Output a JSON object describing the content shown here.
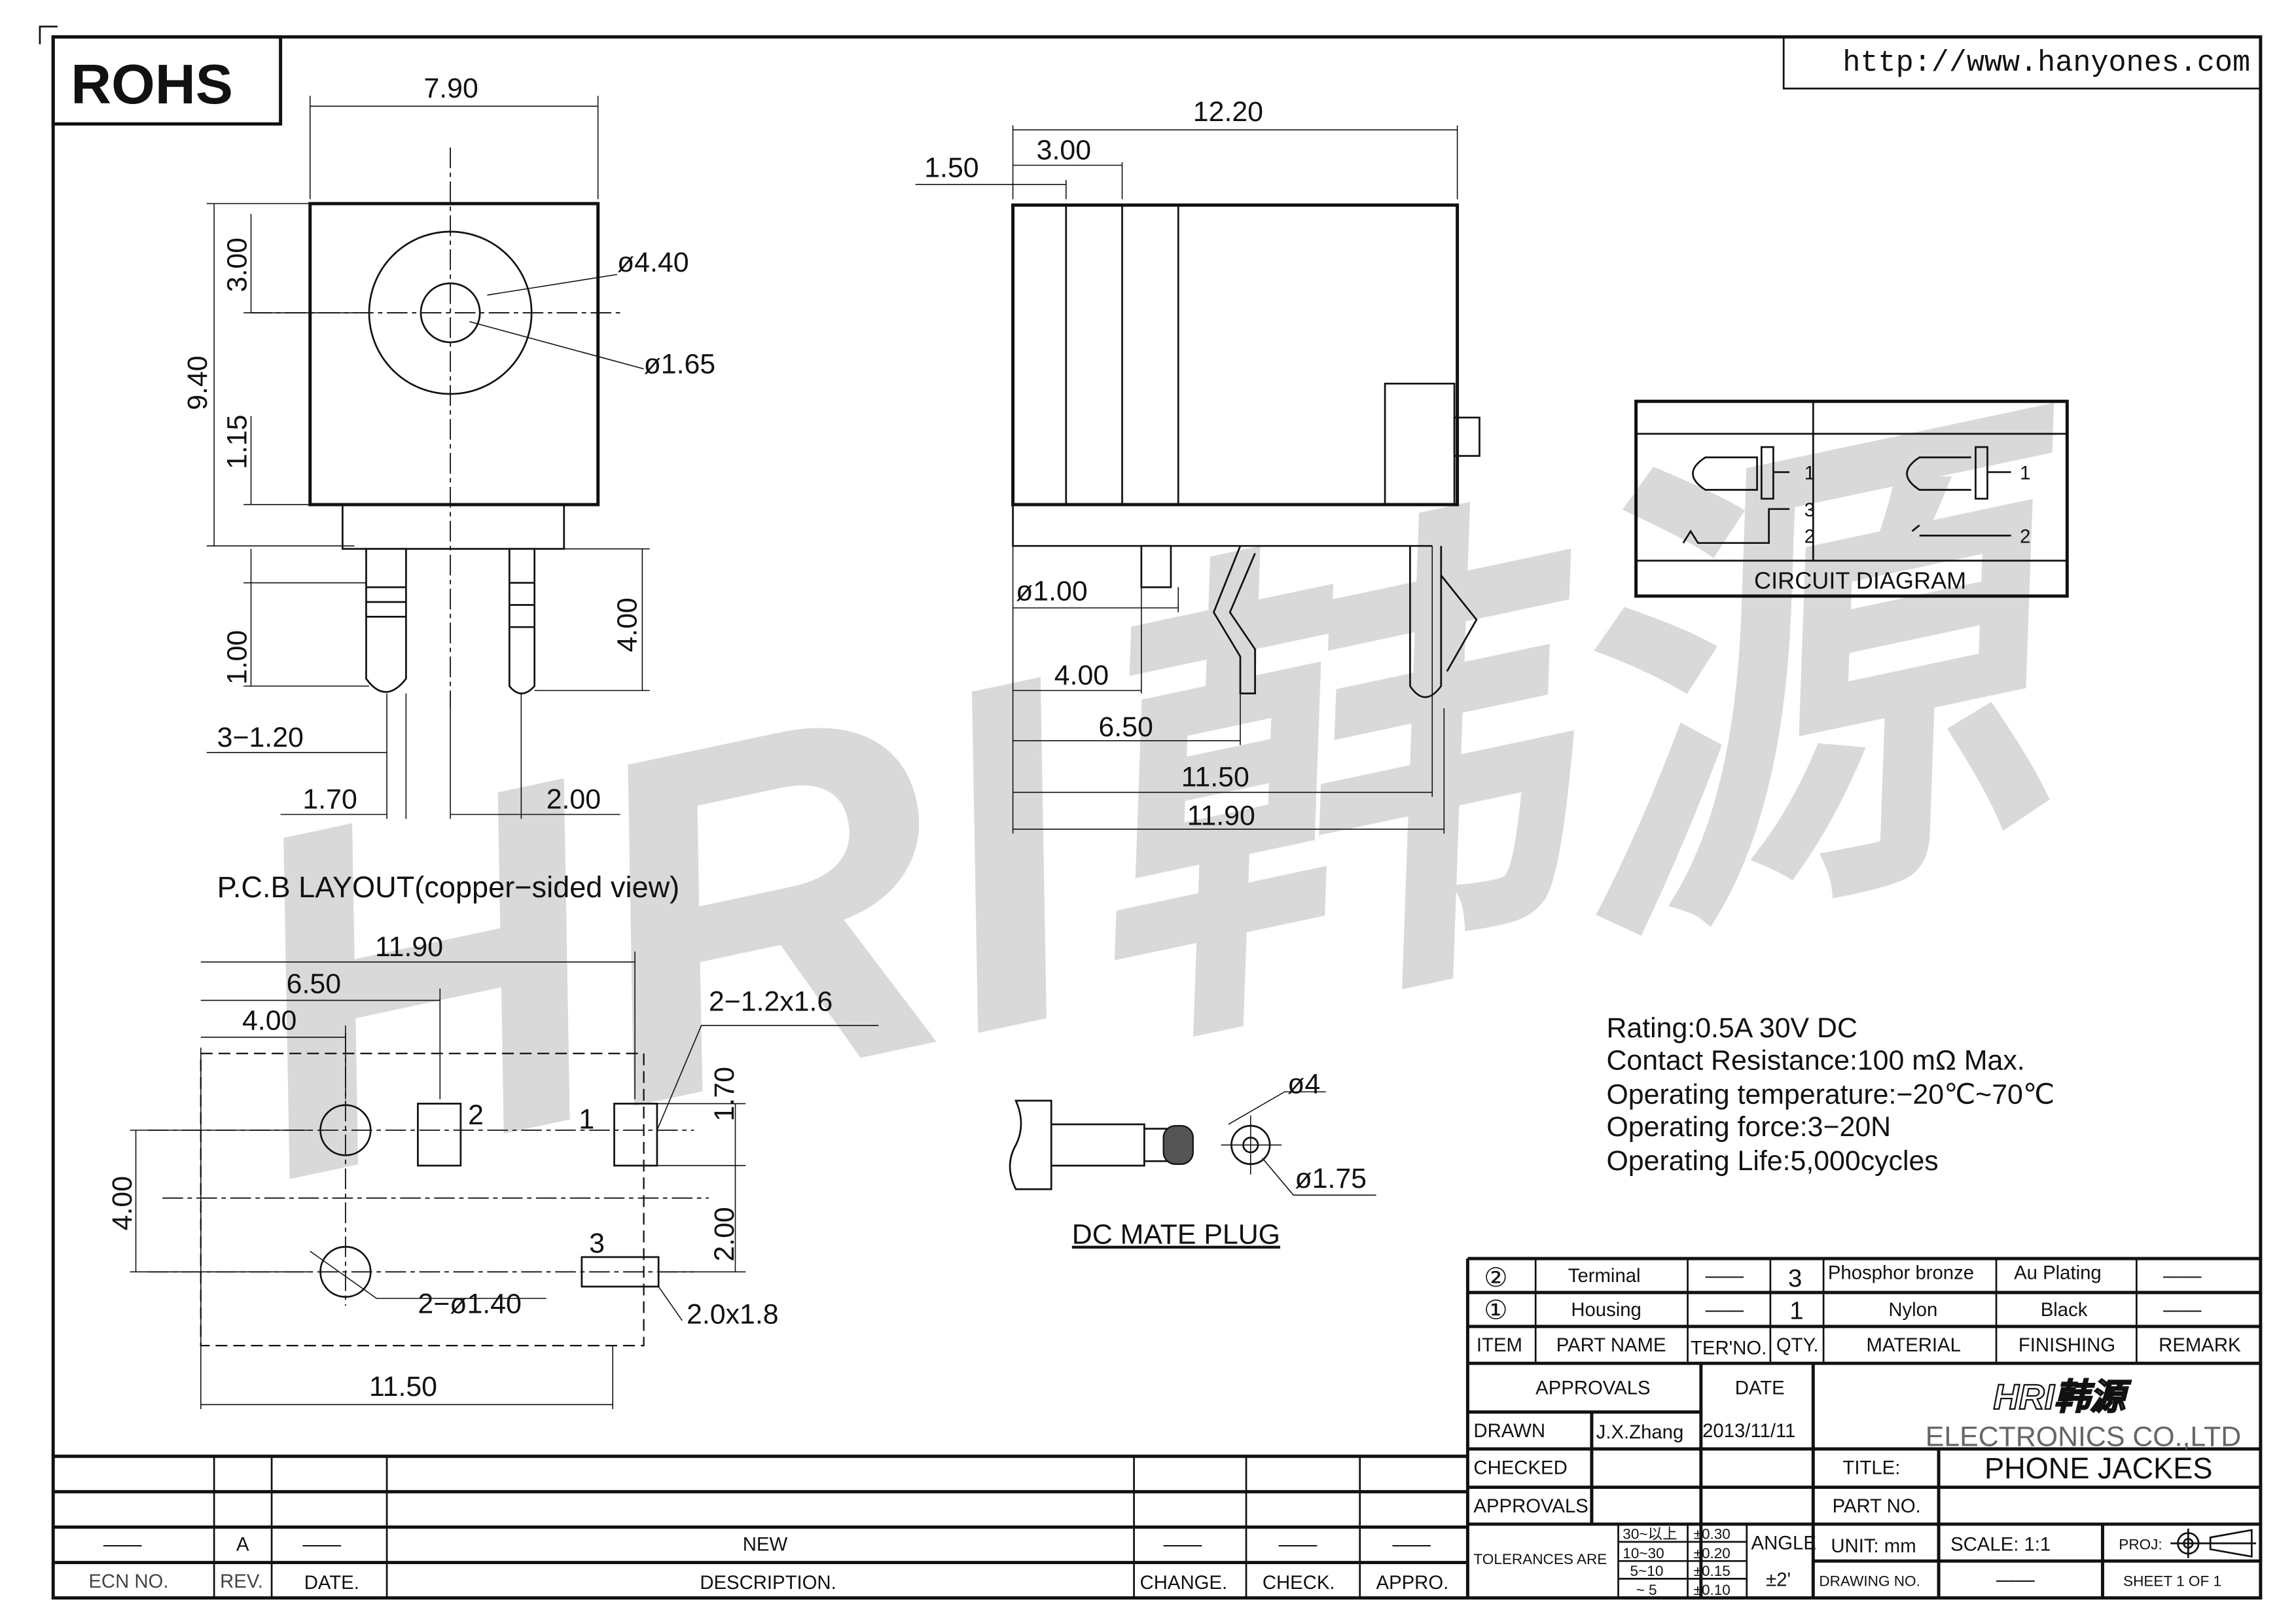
{
  "header": {
    "rohs": "ROHS",
    "url": "http://www.hanyones.com"
  },
  "watermark": {
    "brand": "HRI韩源"
  },
  "front_view": {
    "width": "7.90",
    "d_top": "3.00",
    "height": "9.40",
    "d_lower": "1.15",
    "pin_len_left": "1.00",
    "pin_len_right": "4.00",
    "outer_dia": "ø4.40",
    "inner_dia": "ø1.65",
    "pin_width": "3−1.20",
    "pitch_left": "1.70",
    "pitch_right": "2.00"
  },
  "side_view": {
    "length": "12.20",
    "d1": "3.00",
    "d2": "1.50",
    "pin_dia": "ø1.00",
    "d3": "4.00",
    "d4": "6.50",
    "d5": "11.50",
    "d6": "11.90"
  },
  "circuit": {
    "label": "CIRCUIT  DIAGRAM",
    "pins_a": [
      "1",
      "3",
      "2"
    ],
    "pins_b": [
      "1",
      "2"
    ]
  },
  "pcb": {
    "title": "P.C.B  LAYOUT(copper−sided  view)",
    "w_total": "11.90",
    "d_650": "6.50",
    "d_400": "4.00",
    "slot_size": "2−1.2x1.6",
    "d_170": "1.70",
    "v_400": "4.00",
    "v_200": "2.00",
    "hole_size": "2−ø1.40",
    "pad3_size": "2.0x1.8",
    "w_1150": "11.50",
    "pad_labels": [
      "2",
      "1",
      "3"
    ]
  },
  "plug": {
    "label": "DC  MATE  PLUG",
    "outer": "ø4",
    "inner": "ø1.75"
  },
  "specs": [
    "Rating:0.5A  30V  DC",
    "Contact  Resistance:100  mΩ  Max.",
    "Operating  temperature:−20℃~70℃",
    "Operating  force:3−20N",
    "Operating  Life:5,000cycles"
  ],
  "bom": {
    "rows": [
      {
        "item": "②",
        "name": "Terminal",
        "ter": "——",
        "qty": "3",
        "material": "Phosphor  bronze",
        "finishing": "Au  Plating",
        "remark": "——"
      },
      {
        "item": "①",
        "name": "Housing",
        "ter": "——",
        "qty": "1",
        "material": "Nylon",
        "finishing": "Black",
        "remark": "——"
      }
    ],
    "headers": {
      "item": "ITEM",
      "name": "PART  NAME",
      "ter": "TER'NO.",
      "qty": "QTY.",
      "material": "MATERIAL",
      "finishing": "FINISHING",
      "remark": "REMARK"
    }
  },
  "title_block": {
    "approvals": "APPROVALS",
    "date": "DATE",
    "drawn": "DRAWN",
    "drawn_by": "J.X.Zhang",
    "drawn_date": "2013/11/11",
    "checked": "CHECKED",
    "approvals2": "APPROVALS",
    "company_logo": "HRI韩源",
    "company": "ELECTRONICS  CO.,LTD",
    "title_label": "TITLE:",
    "title": "PHONE  JACKES",
    "part_no": "PART  NO.",
    "tolerances": "TOLERANCES  ARE",
    "tol_ranges": [
      "30~以上",
      "10~30",
      "5~10",
      "~ 5"
    ],
    "tol_values": [
      "±0.30",
      "±0.20",
      "±0.15",
      "±0.10"
    ],
    "angle": "ANGLE",
    "angle_tol": "±2'",
    "unit": "UNIT:  mm",
    "scale": "SCALE:    1:1",
    "proj": "PROJ:",
    "drawing_no": "DRAWING  NO.",
    "drawing_no_value": "——",
    "sheet": "SHEET   1  OF  1"
  },
  "revision": {
    "row": {
      "ecn": "——",
      "rev": "A",
      "date": "——",
      "desc": "NEW",
      "change": "——",
      "check": "——",
      "appro": "——"
    },
    "headers": {
      "ecn": "ECN  NO.",
      "rev": "REV.",
      "date": "DATE.",
      "desc": "DESCRIPTION.",
      "change": "CHANGE.",
      "check": "CHECK.",
      "appro": "APPRO."
    }
  }
}
